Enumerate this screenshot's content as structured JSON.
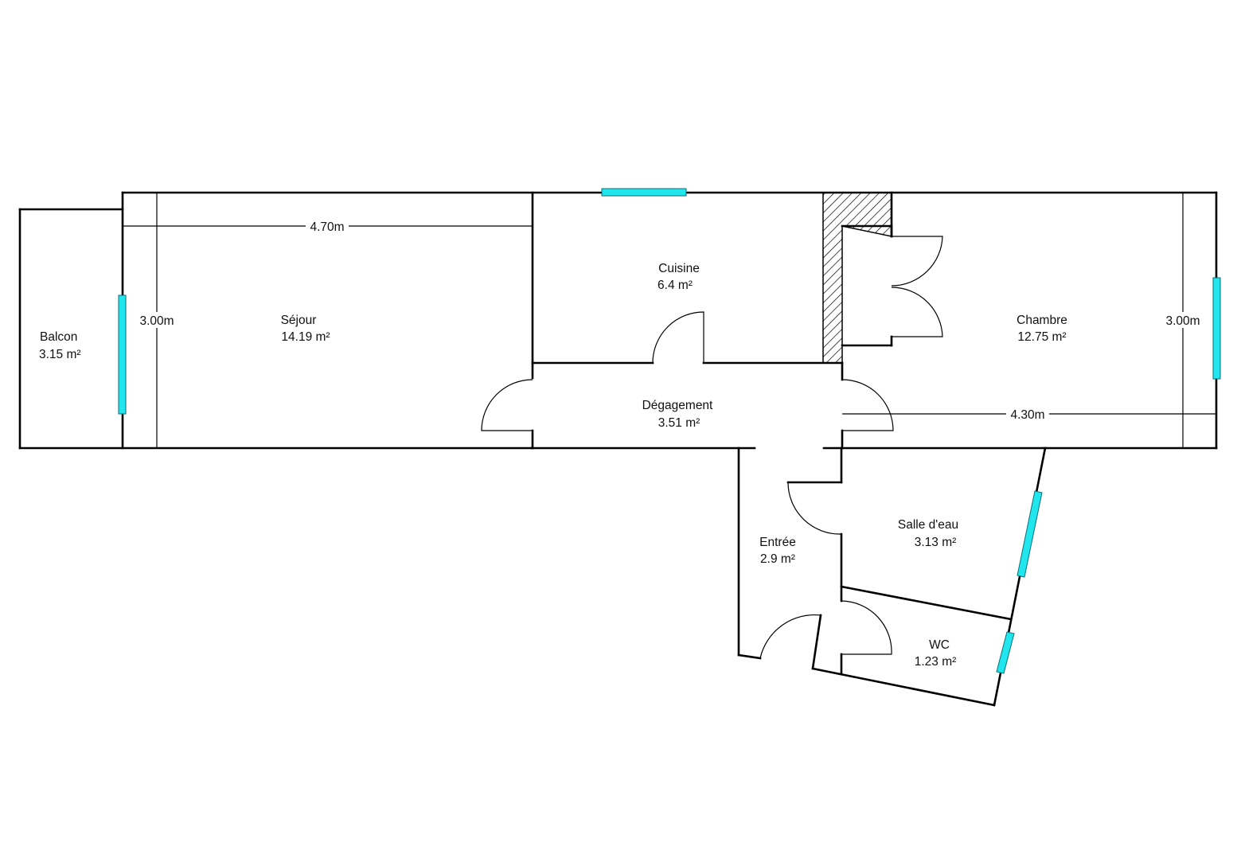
{
  "rooms": {
    "balcon": {
      "name": "Balcon",
      "area": "3.15  m²"
    },
    "sejour": {
      "name": "Séjour",
      "area": "14.19  m²"
    },
    "cuisine": {
      "name": "Cuisine",
      "area": "6.4  m²"
    },
    "chambre": {
      "name": "Chambre",
      "area": "12.75  m²"
    },
    "degagement": {
      "name": "Dégagement",
      "area": "3.51  m²"
    },
    "entree": {
      "name": "Entrée",
      "area": "2.9  m²"
    },
    "salle_eau": {
      "name": "Salle d'eau",
      "area": "3.13  m²"
    },
    "wc": {
      "name": "WC",
      "area": "1.23  m²"
    }
  },
  "dimensions": {
    "sejour_width": "4.70m",
    "sejour_depth": "3.00m",
    "chambre_depth": "3.00m",
    "chambre_width": "4.30m"
  },
  "colors": {
    "window": "#22e6ee",
    "wall": "#000000"
  }
}
